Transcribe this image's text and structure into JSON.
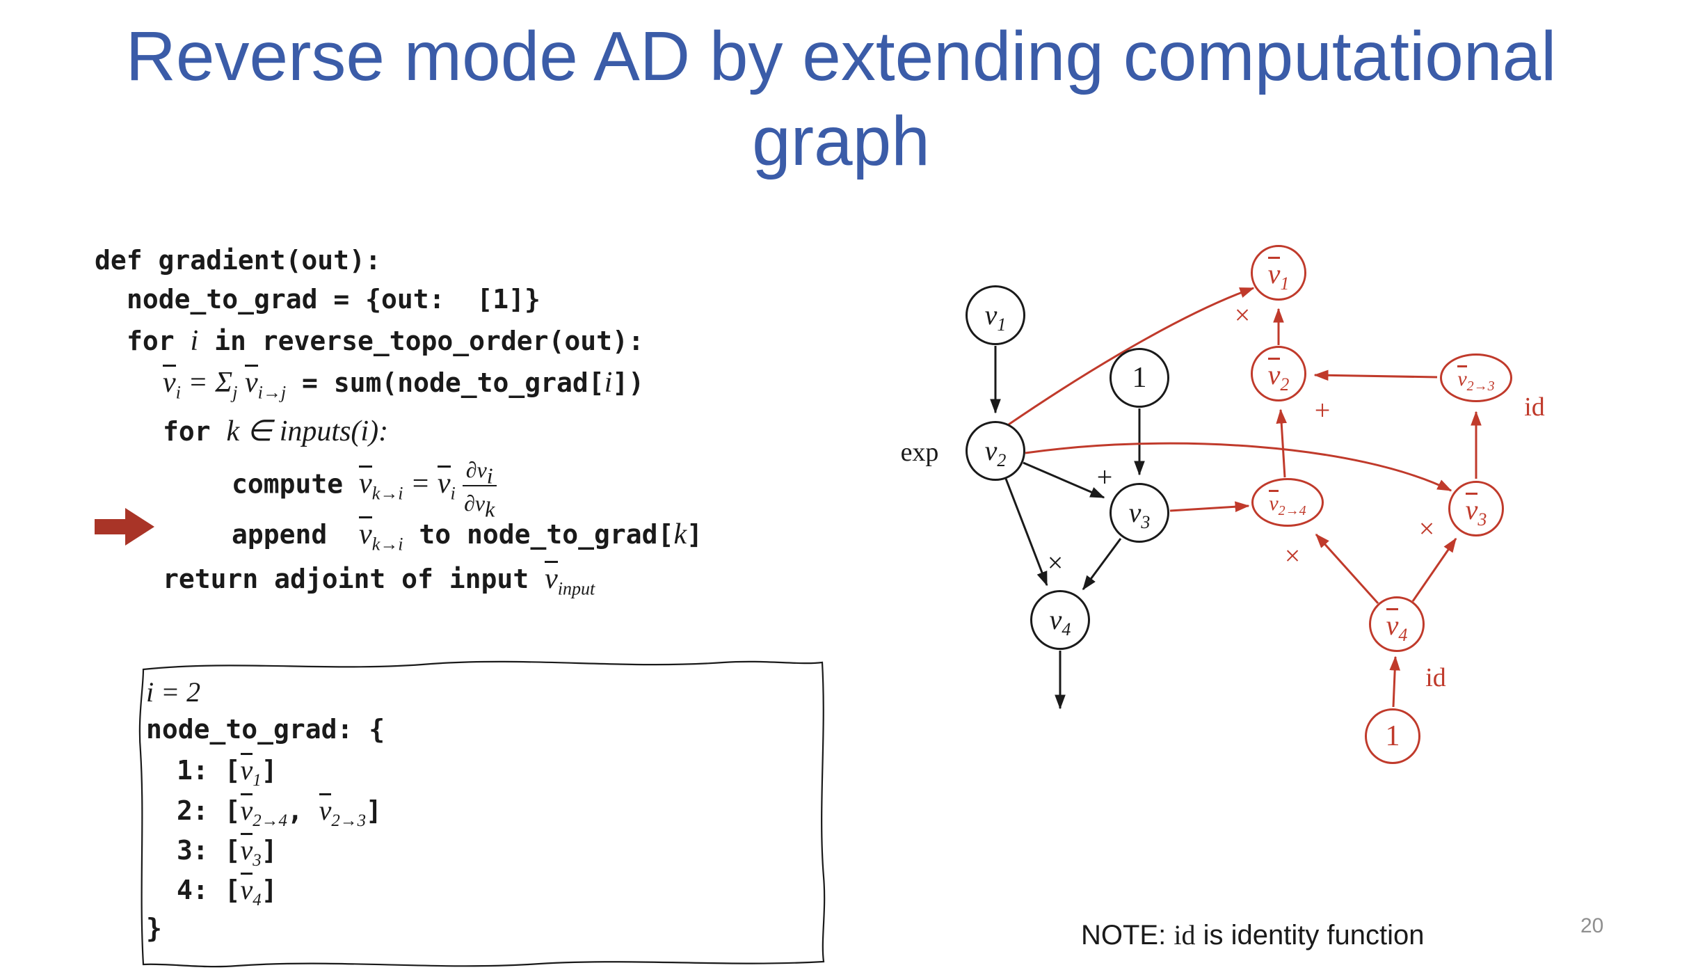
{
  "title": {
    "line1": "Reverse mode AD by extending computational",
    "line2": "graph"
  },
  "code": {
    "l1": "def gradient(out):",
    "l2": "node_to_grad = {out:  [1]}",
    "l3_kw": "for ",
    "l3_var": "i",
    "l3_rest": " in reverse_topo_order(out):",
    "l4_v1": "v",
    "l4_v1s": "i",
    "l4_eq": " = ",
    "l4_sig": "Σ",
    "l4_sigs": "j",
    "l4_sp": " ",
    "l4_v2": "v",
    "l4_v2s": "i→j",
    "l4_code": " = sum(node_to_grad[",
    "l4_var": "i",
    "l4_end": "])",
    "l5_kw": "for ",
    "l5_math": "k ∈ inputs(i):",
    "l6_kw": "compute ",
    "l6_v1": "v",
    "l6_v1s": "k→i",
    "l6_eq": " = ",
    "l6_v2": "v",
    "l6_v2s": "i",
    "l6_fn": "∂v",
    "l6_fns": "i",
    "l6_fd": "∂v",
    "l6_fds": "k",
    "l7_kw": "append  ",
    "l7_v": "v",
    "l7_vs": "k→i",
    "l7_mid": " to node_to_grad[",
    "l7_var": "k",
    "l7_end": "]",
    "l8_kw": "return adjoint of input ",
    "l8_v": "v",
    "l8_vs": "input"
  },
  "box": {
    "l1": "i = 2",
    "l2": "node_to_grad: {",
    "e1a": "1: [",
    "e1v": "v",
    "e1s": "1",
    "e1b": "]",
    "e2a": "2: [",
    "e2v1": "v",
    "e2s1": "2→4",
    "e2sep": ", ",
    "e2v2": "v",
    "e2s2": "2→3",
    "e2b": "]",
    "e3a": "3: [",
    "e3v": "v",
    "e3s": "3",
    "e3b": "]",
    "e4a": "4: [",
    "e4v": "v",
    "e4s": "4",
    "e4b": "]",
    "l7": "}"
  },
  "graph": {
    "v1": {
      "b": "v",
      "s": "1"
    },
    "one_black": "1",
    "v2": {
      "b": "v",
      "s": "2"
    },
    "v3": {
      "b": "v",
      "s": "3"
    },
    "v4": {
      "b": "v",
      "s": "4"
    },
    "v1a": {
      "b": "v",
      "s": "1"
    },
    "v2a": {
      "b": "v",
      "s": "2"
    },
    "v23a": {
      "b": "v",
      "s": "2→3"
    },
    "v24a": {
      "b": "v",
      "s": "2→4"
    },
    "v3a": {
      "b": "v",
      "s": "3"
    },
    "v4a": {
      "b": "v",
      "s": "4"
    },
    "one_red": "1",
    "exp": "exp",
    "plus_black": "+",
    "times_black": "×",
    "times_v1a": "×",
    "plus_red": "+",
    "id_v23a": "id",
    "times_v24a": "×",
    "times_v3a": "×",
    "id_v4a": "id"
  },
  "note": {
    "prefix": "NOTE: ",
    "id_word": "id",
    "suffix": " is identity function"
  },
  "page_number": "20",
  "colors": {
    "title_blue": "#3b5ca8",
    "graph_red": "#c03a2b",
    "arrow_red": "#a93427",
    "text": "#1a1a1a"
  }
}
